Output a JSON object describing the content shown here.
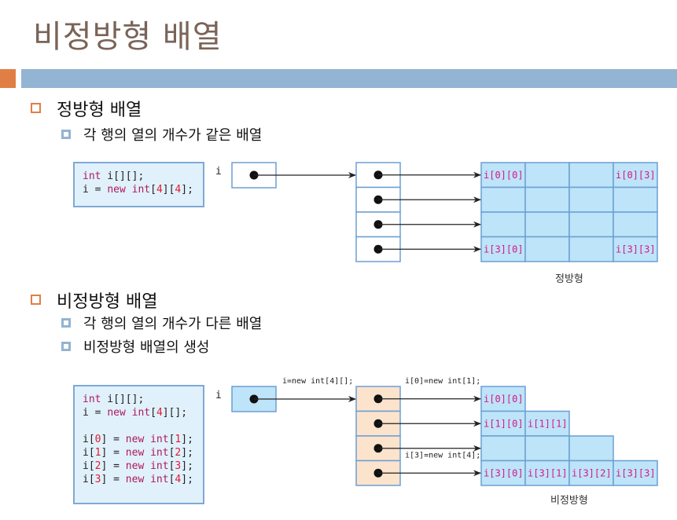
{
  "title": "비정방형 배열",
  "sections": [
    {
      "heading": "정방형 배열",
      "items": [
        "각 행의 열의 개수가 같은 배열"
      ]
    },
    {
      "heading": "비정방형 배열",
      "items": [
        "각 행의 열의 개수가 다른 배열",
        "비정방형 배열의 생성"
      ]
    }
  ],
  "square_diagram": {
    "code": [
      [
        {
          "t": "int",
          "c": "kw"
        },
        {
          "t": " i[][];",
          "c": ""
        }
      ],
      [
        {
          "t": "i = ",
          "c": ""
        },
        {
          "t": "new",
          "c": "kw"
        },
        {
          "t": " ",
          "c": ""
        },
        {
          "t": "int",
          "c": "kw"
        },
        {
          "t": "[",
          "c": ""
        },
        {
          "t": "4",
          "c": "num"
        },
        {
          "t": "][",
          "c": ""
        },
        {
          "t": "4",
          "c": "num"
        },
        {
          "t": "];",
          "c": ""
        }
      ]
    ],
    "var_label": "i",
    "rows": 4,
    "cols": [
      4,
      4,
      4,
      4
    ],
    "cell_labels": {
      "0-0": "i[0][0]",
      "0-3": "i[0][3]",
      "3-0": "i[3][0]",
      "3-3": "i[3][3]"
    },
    "caption": "정방형"
  },
  "jagged_diagram": {
    "code": [
      [
        {
          "t": "int",
          "c": "kw"
        },
        {
          "t": " i[][];",
          "c": ""
        }
      ],
      [
        {
          "t": "i = ",
          "c": ""
        },
        {
          "t": "new",
          "c": "kw"
        },
        {
          "t": " ",
          "c": ""
        },
        {
          "t": "int",
          "c": "kw"
        },
        {
          "t": "[",
          "c": ""
        },
        {
          "t": "4",
          "c": "num"
        },
        {
          "t": "][];",
          "c": ""
        }
      ],
      [],
      [
        {
          "t": "i[",
          "c": ""
        },
        {
          "t": "0",
          "c": "num"
        },
        {
          "t": "] = ",
          "c": ""
        },
        {
          "t": "new",
          "c": "kw"
        },
        {
          "t": " ",
          "c": ""
        },
        {
          "t": "int",
          "c": "kw"
        },
        {
          "t": "[",
          "c": ""
        },
        {
          "t": "1",
          "c": "num"
        },
        {
          "t": "];",
          "c": ""
        }
      ],
      [
        {
          "t": "i[",
          "c": ""
        },
        {
          "t": "1",
          "c": "num"
        },
        {
          "t": "] = ",
          "c": ""
        },
        {
          "t": "new",
          "c": "kw"
        },
        {
          "t": " ",
          "c": ""
        },
        {
          "t": "int",
          "c": "kw"
        },
        {
          "t": "[",
          "c": ""
        },
        {
          "t": "2",
          "c": "num"
        },
        {
          "t": "];",
          "c": ""
        }
      ],
      [
        {
          "t": "i[",
          "c": ""
        },
        {
          "t": "2",
          "c": "num"
        },
        {
          "t": "] = ",
          "c": ""
        },
        {
          "t": "new",
          "c": "kw"
        },
        {
          "t": " ",
          "c": ""
        },
        {
          "t": "int",
          "c": "kw"
        },
        {
          "t": "[",
          "c": ""
        },
        {
          "t": "3",
          "c": "num"
        },
        {
          "t": "];",
          "c": ""
        }
      ],
      [
        {
          "t": "i[",
          "c": ""
        },
        {
          "t": "3",
          "c": "num"
        },
        {
          "t": "] = ",
          "c": ""
        },
        {
          "t": "new",
          "c": "kw"
        },
        {
          "t": " ",
          "c": ""
        },
        {
          "t": "int",
          "c": "kw"
        },
        {
          "t": "[",
          "c": ""
        },
        {
          "t": "4",
          "c": "num"
        },
        {
          "t": "];",
          "c": ""
        }
      ]
    ],
    "var_label": "i",
    "rows": 4,
    "cols": [
      1,
      2,
      3,
      4
    ],
    "cell_labels": {
      "0-0": "i[0][0]",
      "1-0": "i[1][0]",
      "1-1": "i[1][1]",
      "3-0": "i[3][0]",
      "3-1": "i[3][1]",
      "3-2": "i[3][2]",
      "3-3": "i[3][3]"
    },
    "arrow_labels": {
      "ref": "i=new int[4][];",
      "row0": "i[0]=new int[1];",
      "row3": "i[3]=new int[4];"
    },
    "caption": "비정방형"
  },
  "colors": {
    "cell_fill": "#bde4f8",
    "cell_border": "#6d9fd3",
    "ref_fill_jagged": "#fbe3cc",
    "label": "#d6178a"
  }
}
